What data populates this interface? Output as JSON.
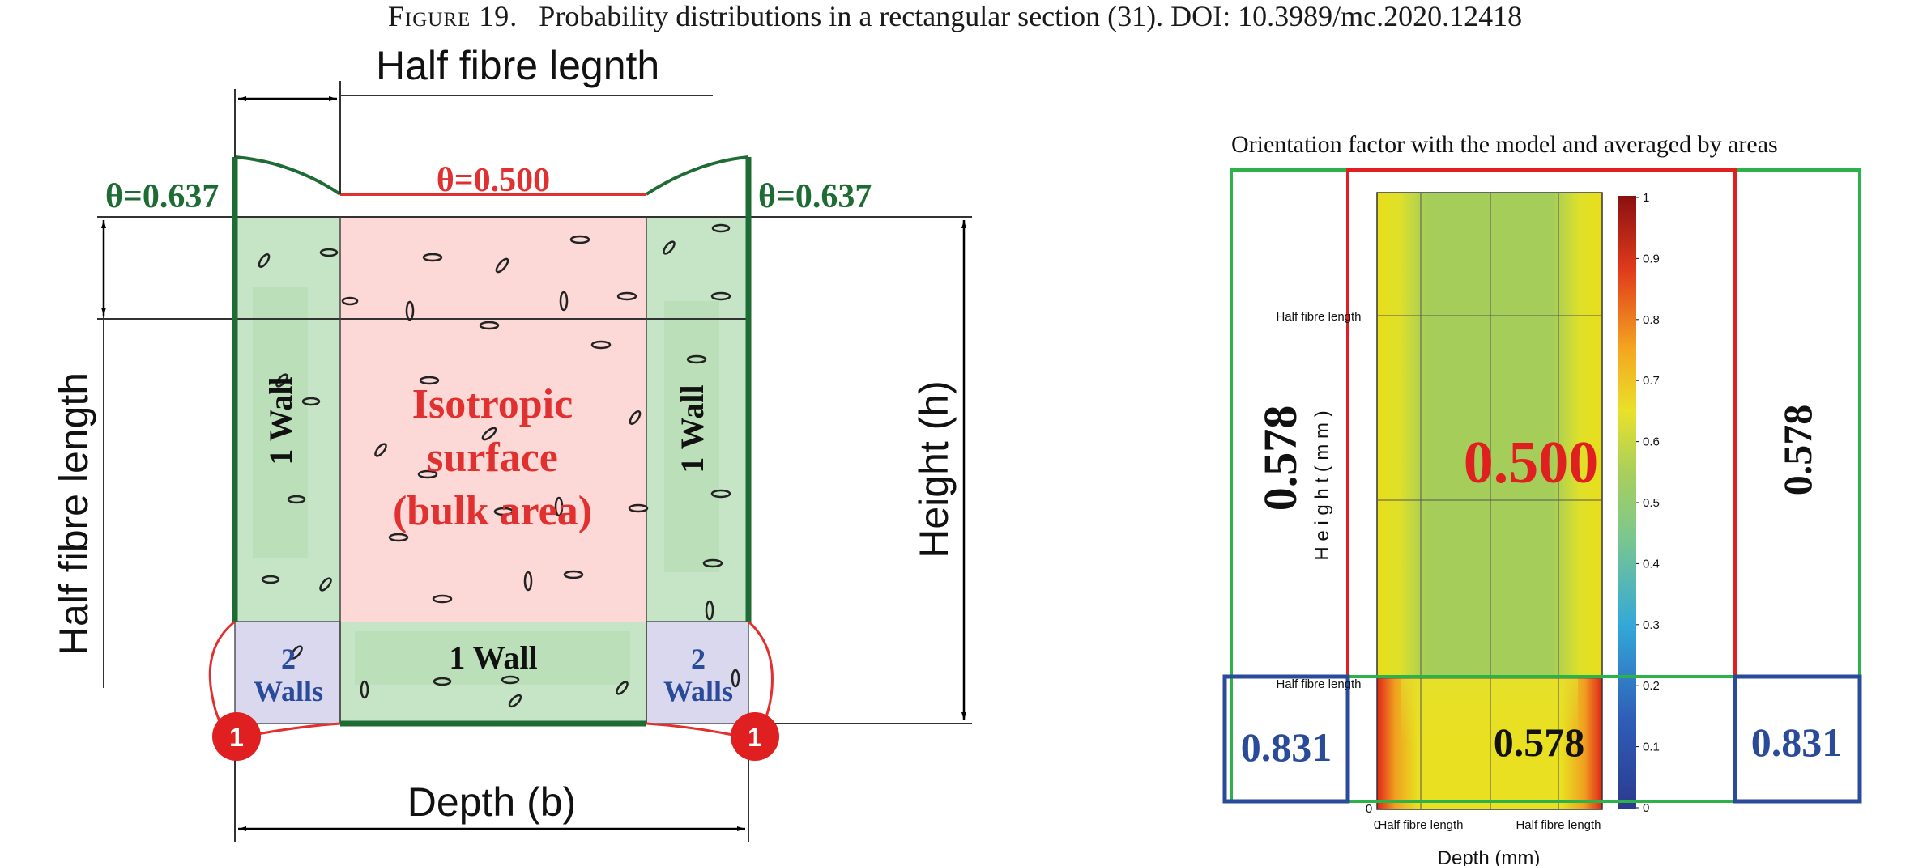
{
  "caption": {
    "label": "Figure 19.",
    "text": "Probability distributions in a rectangular section (31). DOI: 10.3989/mc.2020.12418"
  },
  "left_diagram": {
    "top_dimension": "Half fibre legnth",
    "left_dimension": "Half fibre length",
    "right_dimension": "Height (h)",
    "bottom_dimension": "Depth (b)",
    "theta_left": "θ=0.637",
    "theta_center": "θ=0.500",
    "theta_right": "θ=0.637",
    "wall_left": "1 Wall",
    "wall_right": "1 Wall",
    "wall_bottom": "1 Wall",
    "corner_left_line1": "2",
    "corner_left_line2": "Walls",
    "corner_right_line1": "2",
    "corner_right_line2": "Walls",
    "bulk_line1": "Isotropic",
    "bulk_line2": "surface",
    "bulk_line3": "(bulk area)",
    "marker_left": "1",
    "marker_right": "1",
    "colors": {
      "wall_green": "#c6e5c6",
      "bulk_pink": "#fcd9d6",
      "corner_lav": "#d9d8ee",
      "dark_green": "#1e6b34",
      "red": "#e03030",
      "blue": "#2a4b9a"
    }
  },
  "right_plot": {
    "title": "Orientation factor with the model and averaged by areas",
    "value_left": "0.578",
    "value_right": "0.578",
    "value_center": "0.500",
    "value_bottom": "0.578",
    "value_corner_left": "0.831",
    "value_corner_right": "0.831",
    "ylabel": "H e i g h t ( m m )",
    "xlabel": "Depth (mm)",
    "ytick_hfl_1": "Half fibre length",
    "ytick_hfl_2": "Half fibre length",
    "ytick_zero": "0",
    "xtick_zero": "0",
    "xtick_hfl_1": "Half fibre length",
    "xtick_hfl_2": "Half fibre length",
    "colorbar_ticks": [
      "1",
      "0.9",
      "0.8",
      "0.7",
      "0.6",
      "0.5",
      "0.4",
      "0.3",
      "0.2",
      "0.1",
      "0"
    ]
  }
}
